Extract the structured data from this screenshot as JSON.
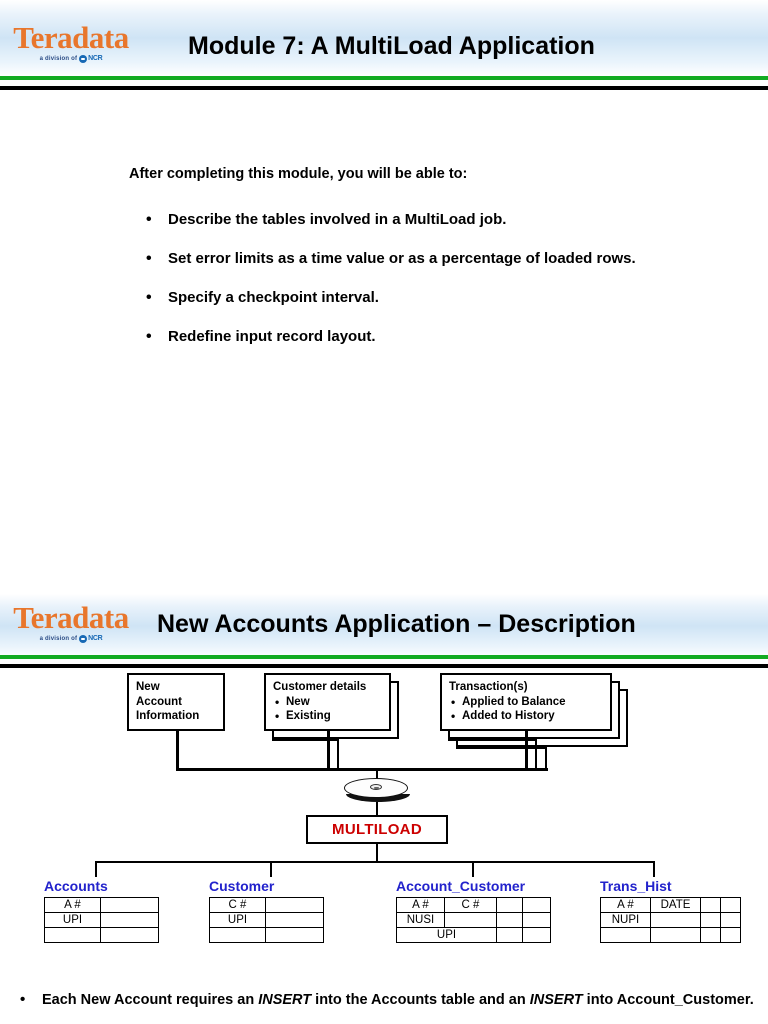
{
  "brand": {
    "logo_word": "Teradata",
    "logo_tagline": "a division of",
    "logo_company": "NCR",
    "accent_green": "#12ab21",
    "accent_orange": "#E8762C",
    "title_color": "#000000",
    "table_name_color": "#2222cc",
    "multiload_color": "#cc0000"
  },
  "slide1": {
    "title": "Module 7: A MultiLoad Application",
    "intro": "After completing this module, you will be able to:",
    "objectives": [
      "Describe the tables involved in a MultiLoad job.",
      "Set error limits as a time value or as a percentage of loaded rows.",
      "Specify a checkpoint interval.",
      "Redefine input record layout."
    ],
    "bullet_glyph": "•"
  },
  "slide2": {
    "title": "New Accounts Application – Description",
    "sources": [
      {
        "name": "new-account-information",
        "lines": [
          "New",
          "Account",
          "Information"
        ],
        "bullets": [],
        "stack": 1
      },
      {
        "name": "customer-details",
        "lines": [
          "Customer details"
        ],
        "bullets": [
          "New",
          "Existing"
        ],
        "stack": 2
      },
      {
        "name": "transactions",
        "lines": [
          "Transaction(s)"
        ],
        "bullets": [
          "Applied to Balance",
          "Added to History"
        ],
        "stack": 3
      }
    ],
    "disk_icon": "disk-platter-icon",
    "process_label": "MULTILOAD",
    "tables": [
      {
        "name": "Accounts",
        "columns": 2,
        "rows": [
          [
            "A #",
            ""
          ],
          [
            "UPI",
            ""
          ],
          [
            "",
            ""
          ]
        ]
      },
      {
        "name": "Customer",
        "columns": 2,
        "rows": [
          [
            "C #",
            ""
          ],
          [
            "UPI",
            ""
          ],
          [
            "",
            ""
          ]
        ]
      },
      {
        "name": "Account_Customer",
        "columns": 4,
        "rows": [
          [
            "A #",
            "C #",
            "",
            ""
          ],
          [
            "NUSI",
            "",
            "",
            ""
          ],
          [
            "UPI",
            "",
            ""
          ]
        ]
      },
      {
        "name": "Trans_Hist",
        "columns": 4,
        "rows": [
          [
            "A #",
            "DATE",
            "",
            ""
          ],
          [
            "NUPI",
            "",
            "",
            ""
          ],
          [
            "",
            "",
            "",
            ""
          ]
        ]
      }
    ],
    "footer_bullet_glyph": "•",
    "footer_text_part1": "Each New Account requires an ",
    "footer_em1": "INSERT",
    "footer_text_part2": " into the Accounts table and an ",
    "footer_em2": "INSERT",
    "footer_text_part3": " into Account_Customer."
  }
}
